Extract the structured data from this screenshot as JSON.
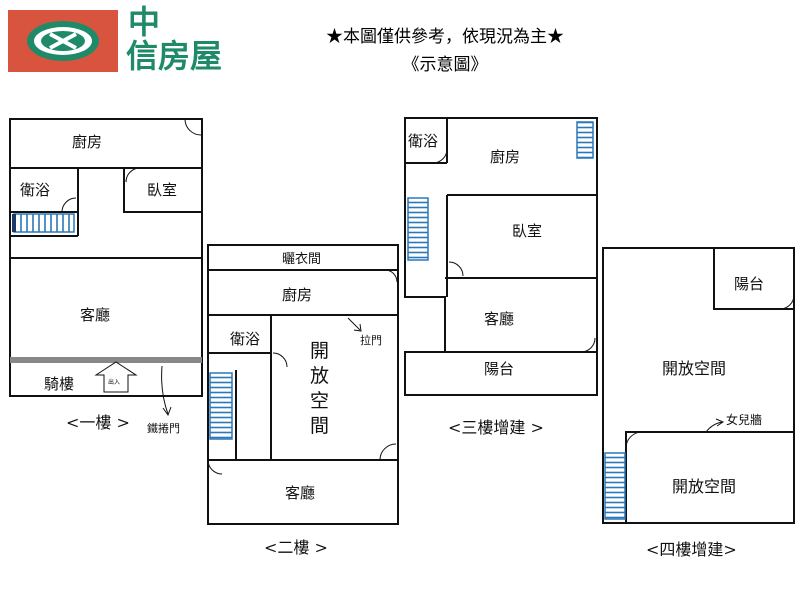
{
  "logo": {
    "line1": "中",
    "line2": "信房屋"
  },
  "notice": "★本圖僅供參考，依現況為主★",
  "subnotice": "《示意圖》",
  "floor1": {
    "caption": "<一樓 >",
    "kitchen": "廚房",
    "bath": "衛浴",
    "bedroom": "臥室",
    "living": "客廳",
    "arcade": "騎樓",
    "entry_mark": "出入",
    "rolling_door": "鐵捲門"
  },
  "floor2": {
    "caption": "<二樓 >",
    "drying": "曬衣間",
    "kitchen": "廚房",
    "bath": "衛浴",
    "open_space": [
      "開",
      "放",
      "空",
      "間"
    ],
    "sliding_door": "拉門",
    "living": "客廳"
  },
  "floor3": {
    "caption": "<三樓增建 >",
    "bath": "衛浴",
    "kitchen": "廚房",
    "bedroom": "臥室",
    "living": "客廳",
    "balcony": "陽台"
  },
  "floor4": {
    "caption": "<四樓增建>",
    "balcony": "陽台",
    "open_space_top": "開放空間",
    "daughter_wall": "女兒牆",
    "open_space_bottom": "開放空間"
  },
  "colors": {
    "logo_red": "#d9543f",
    "logo_green": "#1f8a68",
    "stair_blue": "#2a78b8",
    "wall": "#111111"
  }
}
